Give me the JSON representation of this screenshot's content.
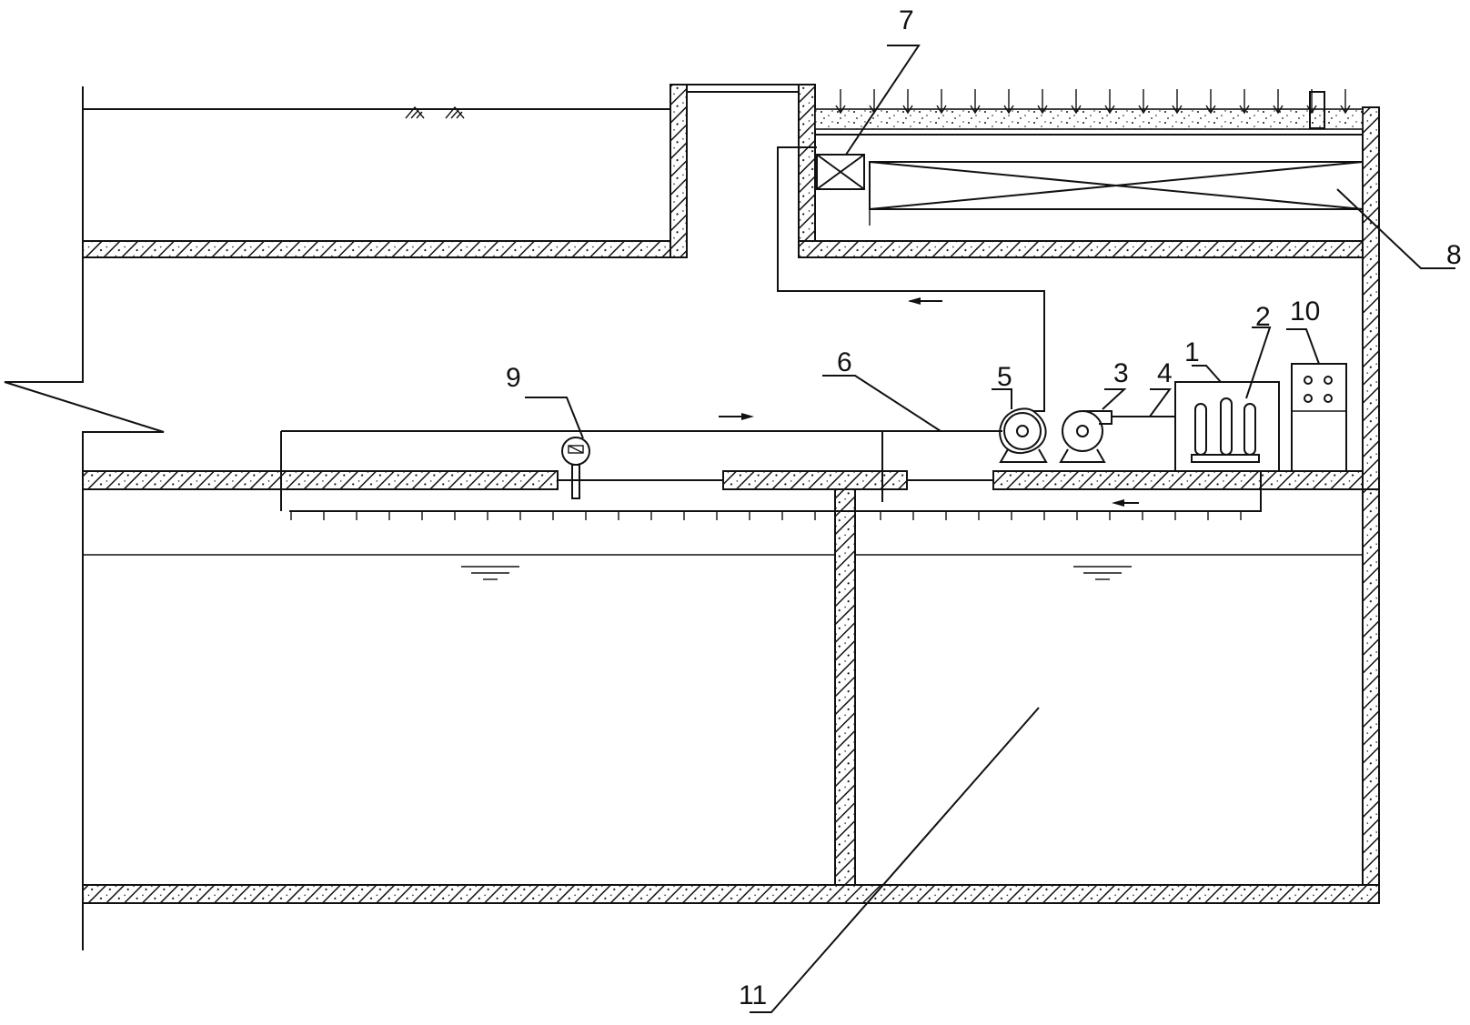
{
  "labels": {
    "n1": "1",
    "n2": "2",
    "n3": "3",
    "n4": "4",
    "n5": "5",
    "n6": "6",
    "n7": "7",
    "n8": "8",
    "n9": "9",
    "n10": "10",
    "n11": "11"
  },
  "colors": {
    "line": "#111111",
    "background": "#ffffff"
  }
}
